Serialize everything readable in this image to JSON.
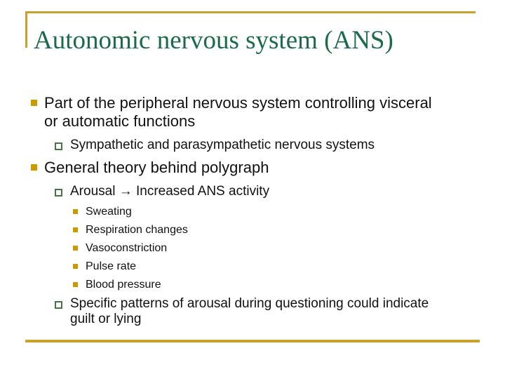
{
  "slide": {
    "title": "Autonomic nervous system (ANS)",
    "colors": {
      "accent_rule": "#C8A32C",
      "title_text": "#1B6B4B",
      "bullet_filled": "#CC9900",
      "bullet_hollow_border": "#477547",
      "body_text": "#111111",
      "background": "#FFFFFF"
    },
    "content": [
      {
        "level": 1,
        "text": "Part of the peripheral nervous system controlling visceral or automatic functions"
      },
      {
        "level": 2,
        "text": "Sympathetic and parasympathetic nervous systems"
      },
      {
        "level": 1,
        "text": "General theory behind polygraph"
      },
      {
        "level": 2,
        "text": "Arousal → Increased ANS activity"
      },
      {
        "level": 3,
        "text": "Sweating"
      },
      {
        "level": 3,
        "text": "Respiration changes"
      },
      {
        "level": 3,
        "text": "Vasoconstriction"
      },
      {
        "level": 3,
        "text": "Pulse rate"
      },
      {
        "level": 3,
        "text": "Blood pressure"
      },
      {
        "level": 2,
        "text": "Specific patterns of arousal during questioning could indicate guilt or lying"
      }
    ]
  }
}
